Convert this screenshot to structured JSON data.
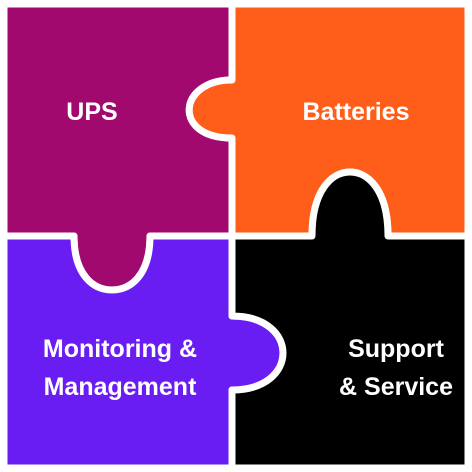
{
  "pieces": [
    {
      "id": "ups",
      "lines": [
        "UPS"
      ],
      "color": "#a1096f"
    },
    {
      "id": "batteries",
      "lines": [
        "Batteries"
      ],
      "color": "#ff5e1a"
    },
    {
      "id": "monitoring",
      "lines": [
        "Monitoring &",
        "Management"
      ],
      "color": "#6a1df2"
    },
    {
      "id": "support",
      "lines": [
        "Support",
        "& Service"
      ],
      "color": "#000000"
    }
  ]
}
